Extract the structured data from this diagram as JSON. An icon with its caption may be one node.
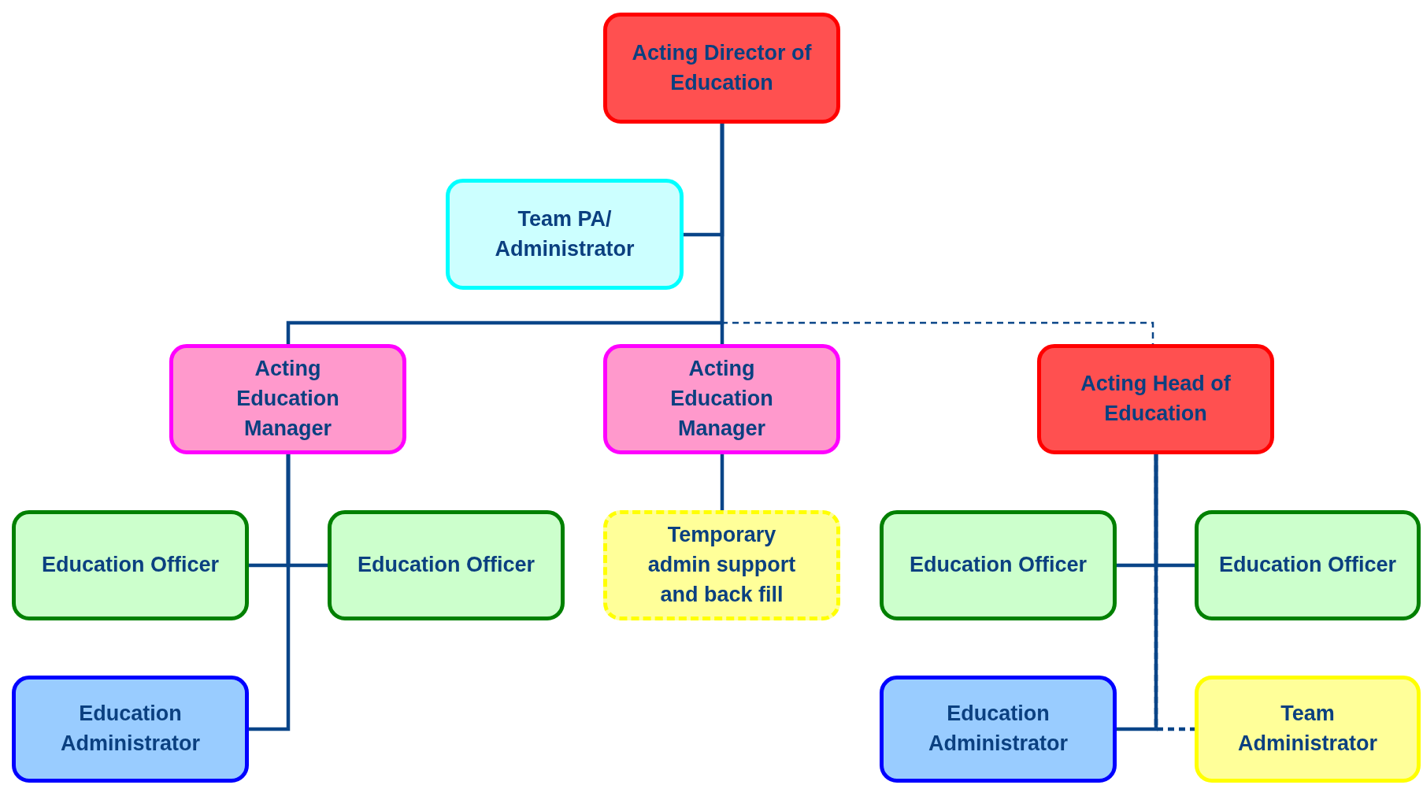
{
  "diagram": {
    "nodes": [
      {
        "text": [
          "Acting Director of Education"
        ]
      },
      {
        "text": [
          "Team PA/ Administrator"
        ]
      },
      {
        "text": [
          "Acting Education Manager"
        ]
      },
      {
        "text": [
          "Acting Education Manager"
        ]
      },
      {
        "text": [
          "Acting Head of Education"
        ]
      },
      {
        "text": [
          "Education Officer"
        ]
      },
      {
        "text": [
          "Education Officer"
        ]
      },
      {
        "text": [
          "Temporary admin support and back fill"
        ]
      },
      {
        "text": [
          "Education Officer"
        ]
      },
      {
        "text": [
          "Education Officer"
        ]
      },
      {
        "text": [
          "Education Administrator"
        ]
      },
      {
        "text": [
          "Education Administrator"
        ]
      },
      {
        "text": [
          "Team Administrator"
        ]
      }
    ],
    "edges": [
      {
        "from": 0,
        "to": 1,
        "arrow": "none"
      },
      {
        "from": 0,
        "to": 2,
        "arrow": "none"
      },
      {
        "from": 0,
        "to": 3,
        "arrow": "none"
      },
      {
        "from": 0,
        "to": 4,
        "arrow": "none",
        "style": "dashed"
      },
      {
        "from": 2,
        "to": 5,
        "arrow": "none"
      },
      {
        "from": 2,
        "to": 6,
        "arrow": "none"
      },
      {
        "from": 2,
        "to": 10,
        "arrow": "none"
      },
      {
        "from": 3,
        "to": 7,
        "arrow": "none"
      },
      {
        "from": 4,
        "to": 8,
        "arrow": "none"
      },
      {
        "from": 4,
        "to": 9,
        "arrow": "none"
      },
      {
        "from": 4,
        "to": 11,
        "arrow": "none"
      },
      {
        "from": 4,
        "to": 12,
        "arrow": "none",
        "style": "dashed"
      }
    ]
  }
}
